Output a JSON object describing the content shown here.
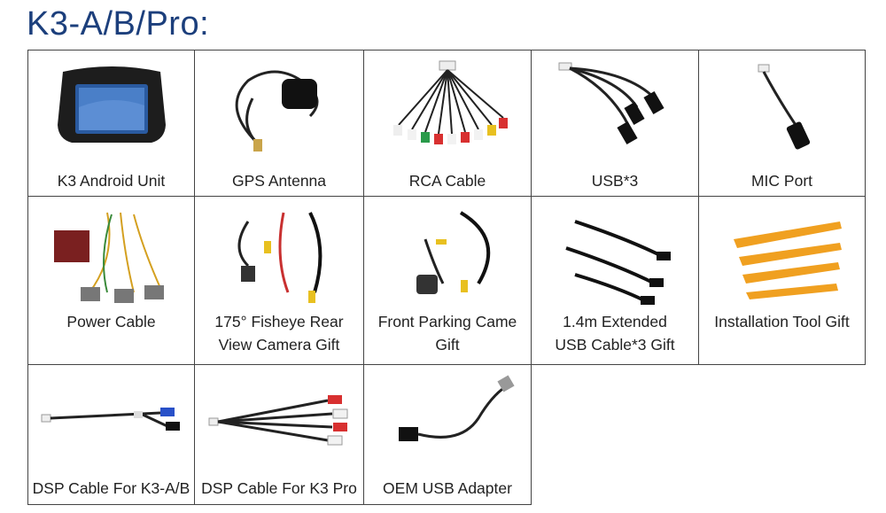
{
  "page": {
    "title": "K3-A/B/Pro:"
  },
  "items": [
    {
      "label": "K3 Android Unit",
      "icon": "android-unit-icon"
    },
    {
      "label": "GPS Antenna",
      "icon": "gps-antenna-icon"
    },
    {
      "label": "RCA Cable",
      "icon": "rca-cable-icon"
    },
    {
      "label": "USB*3",
      "icon": "usb-cable-icon"
    },
    {
      "label": "MIC Port",
      "icon": "mic-cable-icon"
    },
    {
      "label": "Power Cable",
      "icon": "power-cable-icon"
    },
    {
      "label_lines": [
        "175° Fisheye Rear",
        "View Camera Gift"
      ],
      "icon": "rear-camera-icon"
    },
    {
      "label_lines": [
        "Front Parking Came",
        "Gift"
      ],
      "icon": "front-camera-icon"
    },
    {
      "label_lines": [
        "1.4m Extended",
        "USB Cable*3 Gift"
      ],
      "icon": "extended-usb-icon"
    },
    {
      "label": "Installation Tool Gift",
      "icon": "pry-tools-icon"
    },
    {
      "label": "DSP Cable For K3-A/B",
      "icon": "dsp-cable-icon"
    },
    {
      "label": "DSP Cable For K3 Pro",
      "icon": "dsp-pro-cable-icon"
    },
    {
      "label": "OEM USB Adapter",
      "icon": "usb-adapter-icon"
    }
  ]
}
